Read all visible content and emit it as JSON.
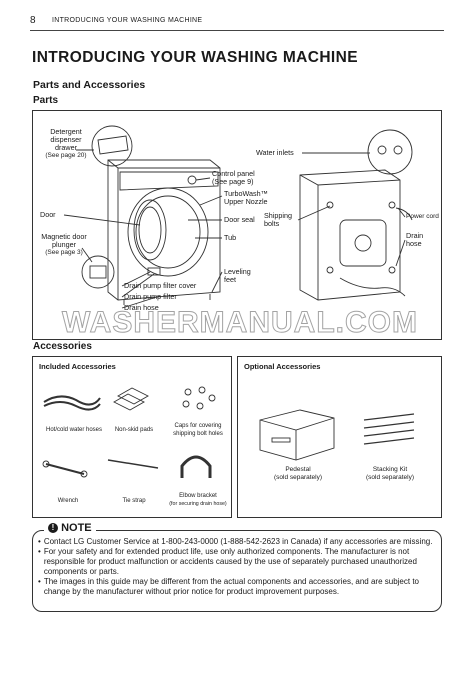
{
  "header": {
    "page_number": "8",
    "section": "INTRODUCING YOUR WASHING MACHINE"
  },
  "title": "INTRODUCING YOUR WASHING MACHINE",
  "subtitle": "Parts and Accessories",
  "parts": {
    "heading": "Parts",
    "labels": {
      "detergent": "Detergent dispenser drawer",
      "detergent_ref": "(See page 20)",
      "door": "Door",
      "plunger": "Magnetic door plunger",
      "plunger_ref": "(See page 3)",
      "control": "Control panel",
      "control_ref": "(See page 9)",
      "turbowash": "TurboWash™ Upper Nozzle",
      "door_seal": "Door seal",
      "tub": "Tub",
      "leveling": "Leveling feet",
      "filter_cover": "Drain pump filter cover",
      "filter": "Drain pump filter",
      "drain_hose_front": "Drain hose",
      "water_inlets": "Water inlets",
      "shipping_bolts": "Shipping bolts",
      "power_cord": "Power cord",
      "drain_hose_back": "Drain hose"
    }
  },
  "watermark": "WASHERMANUAL.COM",
  "accessories": {
    "heading": "Accessories",
    "included": {
      "heading": "Included Accessories",
      "items": [
        "Hot/cold water hoses",
        "Non-skid pads",
        "Caps for covering shipping bolt holes",
        "Wrench",
        "Tie strap",
        "Elbow bracket",
        "(for securing drain hose)"
      ]
    },
    "optional": {
      "heading": "Optional Accessories",
      "items": [
        "Pedestal",
        "(sold separately)",
        "Stacking Kit",
        "(sold separately)"
      ]
    }
  },
  "note": {
    "heading": "NOTE",
    "items": [
      "Contact LG Customer Service at   1-800-243-0000 (1-888-542-2623 in Canada) if any accessories are missing.",
      "For your safety and for extended product life, use only authorized components. The manufacturer is not responsible for product malfunction or accidents caused by the use of separately purchased unauthorized components or parts.",
      "The images in this guide may be different from the actual components and accessories, and are subject to change by the manufacturer without prior notice for product improvement purposes."
    ]
  }
}
